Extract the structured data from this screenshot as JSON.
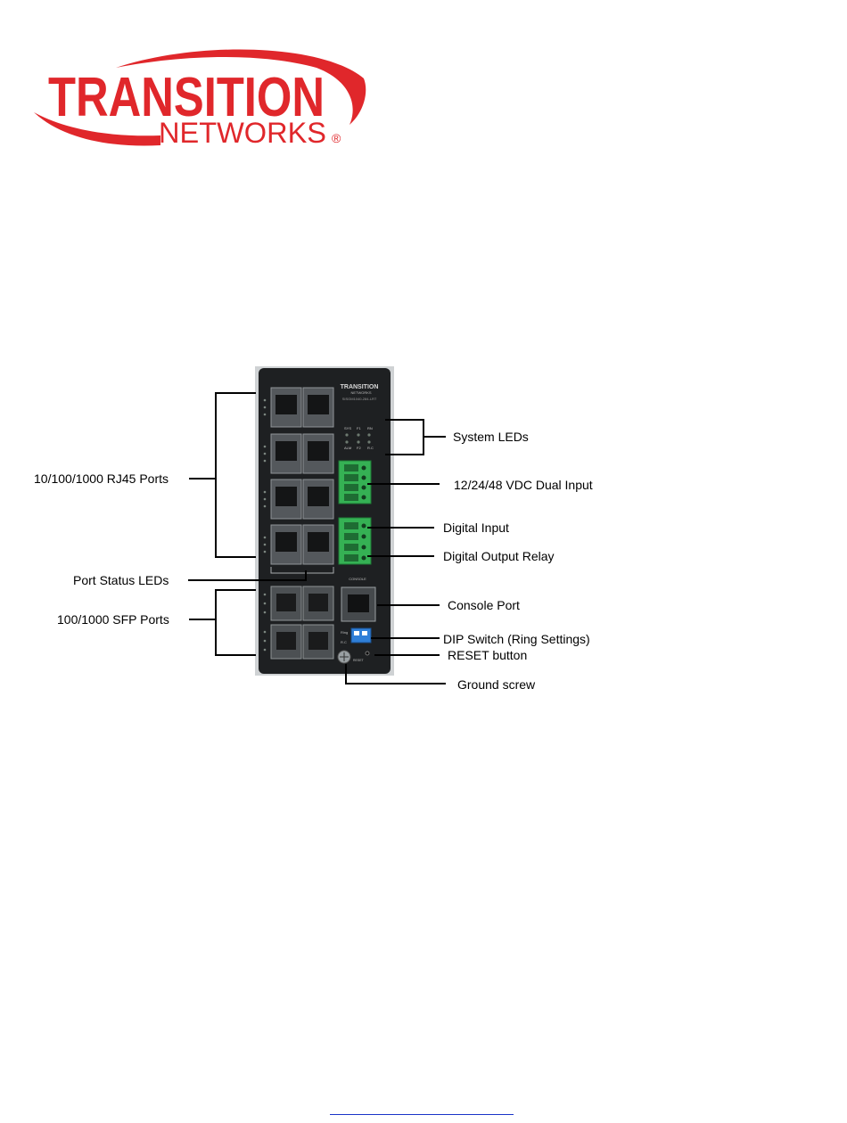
{
  "logo": {
    "line1": "TRANSITION",
    "line2": "NETWORKS",
    "registered": "®",
    "brand_color": "#e0272b"
  },
  "device": {
    "brand_text": "TRANSITION",
    "brand_sub": "NETWORKS",
    "model": "SISGM1040-284-LRT",
    "led_top": [
      "SYS",
      "F1",
      "RN"
    ],
    "led_bottom": [
      "ALM",
      "F2",
      "R.C"
    ],
    "console_text": "CONSOLE",
    "dip_labels": [
      "Ring",
      "R.C"
    ],
    "reset_text": "RESET",
    "body_color": "#1e2022",
    "terminal_color": "#35b154"
  },
  "callouts": {
    "rj45_ports": "10/100/1000 RJ45 Ports",
    "port_status_leds": "Port Status LEDs",
    "sfp_ports": "100/1000 SFP Ports",
    "system_leds": "System LEDs",
    "vdc_input": "12/24/48 VDC Dual Input",
    "digital_input": "Digital Input",
    "digital_output": "Digital Output Relay",
    "console_port": "Console Port",
    "dip_switch": "DIP Switch (Ring Settings)",
    "reset_button": "RESET button",
    "ground_screw": "Ground screw"
  },
  "footer": {
    "link_color": "#1a33c8"
  }
}
